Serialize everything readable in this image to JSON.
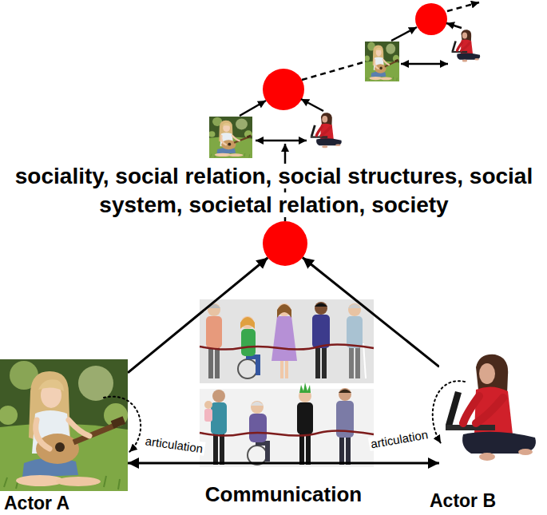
{
  "diagram": {
    "nodes": [
      {
        "text": [
          "sociality, social relation, social structures, social system, societal relation, society"
        ]
      },
      {
        "text": [
          "Actor A"
        ]
      },
      {
        "text": [
          "Actor B"
        ]
      }
    ],
    "edges": [
      {
        "from": 1,
        "to": 0,
        "arrow": "to"
      },
      {
        "from": 2,
        "to": 0,
        "arrow": "to"
      },
      {
        "from": 1,
        "to": 2,
        "arrow": "both",
        "label": "Communication"
      }
    ],
    "labels": [
      "articulation",
      "articulation"
    ]
  }
}
